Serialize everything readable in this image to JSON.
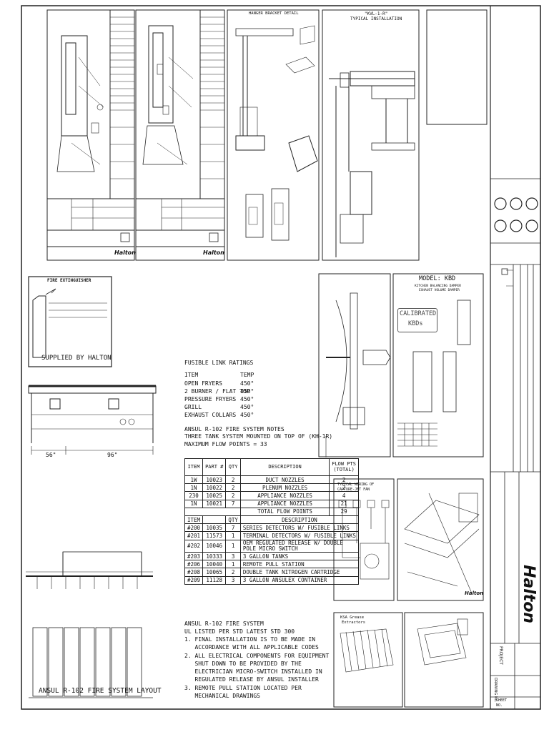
{
  "sheet": {
    "fusible_link": {
      "title": "FUSIBLE LINK RATINGS",
      "col_item": "ITEM",
      "col_temp": "TEMP",
      "rows": [
        {
          "item": "OPEN FRYERS",
          "temp": "450°"
        },
        {
          "item": "2 BURNER / FLAT TOP",
          "temp": "450°"
        },
        {
          "item": "PRESSURE FRYERS",
          "temp": "450°"
        },
        {
          "item": "GRILL",
          "temp": "450°"
        },
        {
          "item": "EXHAUST COLLARS",
          "temp": "450°"
        }
      ]
    },
    "system_notes": {
      "line1": "ANSUL R-102 FIRE SYSTEM NOTES",
      "line2": "THREE TANK SYSTEM MOUNTED ON TOP OF (KH-1R)",
      "line3": "MAXIMUM FLOW POINTS = 33"
    },
    "parts_table": {
      "h_item": "ITEM",
      "h_part": "PART #",
      "h_qty": "QTY",
      "h_desc": "DESCRIPTION",
      "h_flow_1": "FLOW PTS",
      "h_flow_2": "(TOTAL)",
      "nozzles": [
        {
          "item": "1W",
          "part": "10023",
          "qty": "2",
          "desc": "DUCT NOZZLES",
          "flow": "2"
        },
        {
          "item": "1N",
          "part": "10022",
          "qty": "2",
          "desc": "PLENUM NOZZLES",
          "flow": "2"
        },
        {
          "item": "230",
          "part": "10025",
          "qty": "2",
          "desc": "APPLIANCE NOZZLES",
          "flow": "4"
        },
        {
          "item": "1N",
          "part": "10021",
          "qty": "7",
          "desc": "APPLIANCE NOZZLES",
          "flow": "21"
        }
      ],
      "total_label": "TOTAL FLOW POINTS",
      "total_value": "29",
      "h2_item": "ITEM",
      "h2_qty": "QTY",
      "h2_desc": "DESCRIPTION",
      "components": [
        {
          "item": "#200",
          "part": "10035",
          "qty": "7",
          "desc": "SERIES DETECTORS W/ FUSIBLE LINKS"
        },
        {
          "item": "#201",
          "part": "11573",
          "qty": "1",
          "desc": "TERMINAL DETECTORS W/ FUSIBLE LINKS"
        },
        {
          "item": "#202",
          "part": "10046",
          "qty": "1",
          "desc": "OEM REGULATED RELEASE W/ DOUBLE POLE MICRO SWITCH"
        },
        {
          "item": "#203",
          "part": "10333",
          "qty": "3",
          "desc": "3 GALLON TANKS"
        },
        {
          "item": "#206",
          "part": "10040",
          "qty": "1",
          "desc": "REMOTE PULL STATION"
        },
        {
          "item": "#208",
          "part": "10065",
          "qty": "2",
          "desc": "DOUBLE TANK NITROGEN CARTRIDGE"
        },
        {
          "item": "#209",
          "part": "11128",
          "qty": "3",
          "desc": "3 GALLON ANSULEX CONTAINER"
        }
      ]
    },
    "listing_notes": {
      "l1": "ANSUL R-102 FIRE SYSTEM",
      "l2": "UL LISTED PER STD LATEST STD 300",
      "n1a": "1. FINAL INSTALLATION IS TO BE MADE IN",
      "n1b": "   ACCORDANCE WITH ALL APPLICABLE CODES",
      "n2a": "2. ALL ELECTRICAL COMPONENTS FOR EQUIPMENT",
      "n2b": "   SHUT DOWN TO BE PROVIDED BY THE",
      "n2c": "   ELECTRICIAN MICRO-SWITCH INSTALLED IN",
      "n2d": "   REGULATED RELEASE BY ANSUL INSTALLER",
      "n3a": "3. REMOTE PULL STATION LOCATED PER",
      "n3b": "   MECHANICAL DRAWINGS"
    },
    "extinguisher": {
      "header": "FIRE EXTINGUISHER",
      "supplied": "SUPPLIED BY HALTON"
    },
    "layout_title": "ANSUL R-102 FIRE SYSTEM LAYOUT",
    "plan": {
      "dim_left": "56\"",
      "dim_right": "96\""
    },
    "typical_installation": {
      "line1": "\"KVL-1-R\"",
      "line2": "TYPICAL INSTALLATION"
    },
    "hanger_detail": "HANGER BRACKET DETAIL",
    "kbd": {
      "model": "MODEL: KBD",
      "sub1": "KITCHEN BALANCING DAMPER",
      "sub2": "EXHAUST VOLUME DAMPER",
      "calibrated": "CALIBRATED",
      "kbds": "KBDs"
    },
    "wiring": {
      "title": "TYPICAL WIRING OF",
      "title2": "CAPTURE-JET FAN"
    },
    "kga": {
      "title": "KSA Grease",
      "title2": "Extractors"
    },
    "brand": "Halton",
    "title_block": {
      "project_label": "PROJECT",
      "drawing_no_label": "DRAWING No.",
      "sheet_label": "SHEET",
      "sheet_no_label": "NO."
    }
  }
}
